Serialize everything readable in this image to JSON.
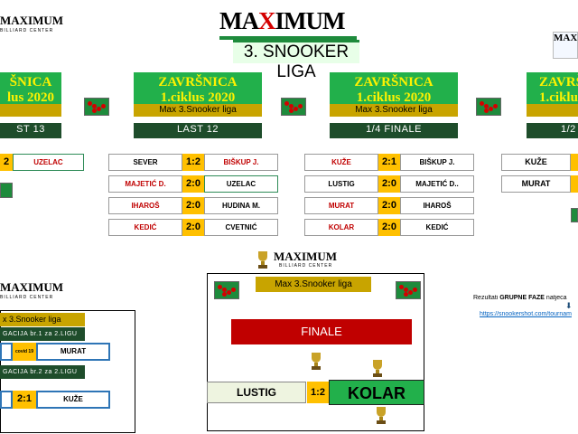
{
  "header": {
    "logo_pre": "MA",
    "logo_x": "X",
    "logo_post": "IMUM",
    "league": "3. SNOOKER LIGA",
    "small_logo": "MAXIMUM",
    "small_logo_sub": "BILLIARD CENTER"
  },
  "columns": [
    {
      "title": "ZAVRŠNICA",
      "cycle": "1.ciklus 2020",
      "league": "Max 3.Snooker liga",
      "round": "LAST 12"
    },
    {
      "title": "ZAVRŠNICA",
      "cycle": "1.ciklus 2020",
      "league": "Max 3.Snooker liga",
      "round": "1/4 FINALE"
    }
  ],
  "left_partial": {
    "title": "ŠNICA",
    "cycle": "lus 2020",
    "round": "ST 13",
    "score": "2",
    "player": "UZELAC"
  },
  "right_partial": {
    "title": "ZAVRŠ",
    "cycle": "1.ciklus",
    "round": "1/2",
    "p1": "KUŽE",
    "p2": "MURAT"
  },
  "last12": [
    {
      "p1": "SEVER",
      "p1_red": false,
      "score": "1:2",
      "p2": "BIŠKUP J.",
      "p2_red": true
    },
    {
      "p1": "MAJETIĆ D.",
      "p1_red": true,
      "score": "2:0",
      "p2": "UZELAC",
      "p2_red": false
    },
    {
      "p1": "IHAROŠ",
      "p1_red": true,
      "score": "2:0",
      "p2": "HUDINA M.",
      "p2_red": false
    },
    {
      "p1": "KEDIĆ",
      "p1_red": true,
      "score": "2:0",
      "p2": "CVETNIĆ",
      "p2_red": false
    }
  ],
  "quarter": [
    {
      "p1": "KUŽE",
      "p1_red": true,
      "score": "2:1",
      "p2": "BIŠKUP J.",
      "p2_red": false
    },
    {
      "p1": "LUSTIG",
      "p1_red": false,
      "score": "2:0",
      "p2": "MAJETIĆ D..",
      "p2_red": false
    },
    {
      "p1": "MURAT",
      "p1_red": true,
      "score": "2:0",
      "p2": "IHAROŠ",
      "p2_red": false
    },
    {
      "p1": "KOLAR",
      "p1_red": true,
      "score": "2:0",
      "p2": "KEDIĆ",
      "p2_red": false
    }
  ],
  "relegation": {
    "league": "x 3.Snooker liga",
    "bar1": "GACIJA br.1 za 2.LIGU",
    "covid": "covid 19",
    "p1": "MURAT",
    "bar2": "GACIJA br.2 za 2.LIGU",
    "score": "2:1",
    "p2": "KUŽE"
  },
  "final": {
    "league": "Max 3.Snooker liga",
    "label": "FINALE",
    "p1": "LUSTIG",
    "score": "1:2",
    "p2": "KOLAR"
  },
  "info": {
    "text_pre": "Rezultati ",
    "text_bold": "GRUPNE FAZE",
    "text_post": " natjeca",
    "arrow": "⬇",
    "link": "https://snookershot.com/tournam"
  },
  "colors": {
    "green": "#22b04b",
    "gold": "#c8a400",
    "dark_green": "#1e4d2b",
    "score": "#ffc000",
    "final_red": "#c00000"
  }
}
